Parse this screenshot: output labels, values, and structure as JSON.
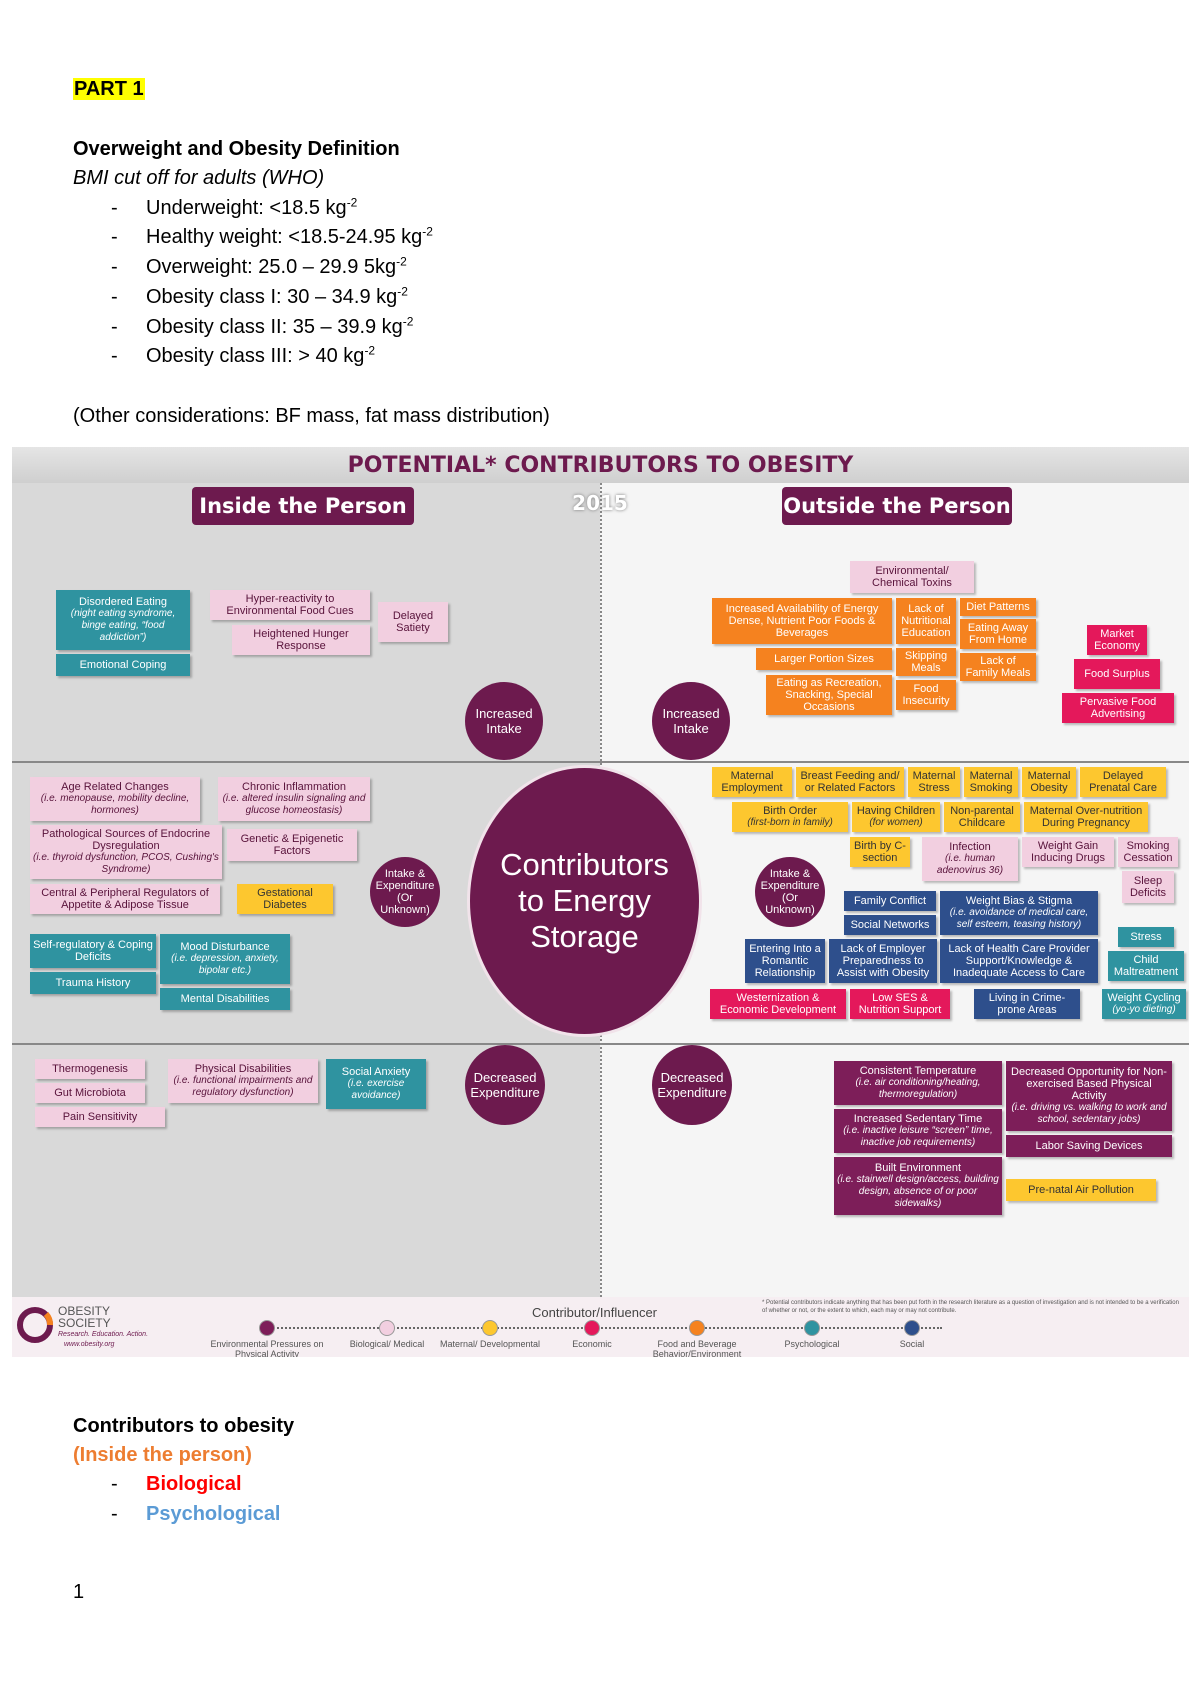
{
  "part_label": "PART 1",
  "definition": {
    "title": "Overweight and Obesity Definition",
    "subtitle": "BMI cut off for adults (WHO)",
    "items": [
      {
        "text": "Underweight: <18.5 kg",
        "sup": "-2"
      },
      {
        "text": "Healthy weight: <18.5-24.95 kg",
        "sup": "-2"
      },
      {
        "text": "Overweight: 25.0 – 29.9 5kg",
        "sup": "-2"
      },
      {
        "text": "Obesity class I: 30 – 34.9 kg",
        "sup": "-2"
      },
      {
        "text": "Obesity class II: 35 – 39.9 kg",
        "sup": "-2"
      },
      {
        "text": "Obesity class III: > 40 kg",
        "sup": "-2"
      }
    ],
    "bullet": "-",
    "note": "(Other considerations: BF mass, fat mass distribution)"
  },
  "infographic": {
    "title": "POTENTIAL* CONTRIBUTORS TO OBESITY",
    "year": "2015",
    "inside_header": "Inside the Person",
    "outside_header": "Outside the Person",
    "center": "Contributors to Energy Storage",
    "circles": {
      "intake_left": "Increased Intake",
      "intake_right": "Increased Intake",
      "ie_left": "Intake & Expenditure (Or Unknown)",
      "ie_right": "Intake & Expenditure (Or Unknown)",
      "exp_left": "Decreased Expenditure",
      "exp_right": "Decreased Expenditure"
    },
    "boxes": {
      "disordered": "Disordered Eating",
      "disordered_sub": "(night eating syndrome, binge eating, “food addiction”)",
      "emotional": "Emotional Coping",
      "hyper": "Hyper-reactivity to Environmental Food Cues",
      "hunger": "Heightened Hunger Response",
      "satiety": "Delayed Satiety",
      "age": "Age Related Changes",
      "age_sub": "(i.e. menopause, mobility decline, hormones)",
      "chronic": "Chronic Inflammation",
      "chronic_sub": "(i.e. altered insulin signaling and glucose homeostasis)",
      "patho": "Pathological Sources of Endocrine Dysregulation",
      "patho_sub": "(i.e. thyroid dysfunction, PCOS, Cushing's Syndrome)",
      "genetic": "Genetic & Epigenetic Factors",
      "central": "Central & Peripheral Regulators of Appetite & Adipose Tissue",
      "gestational": "Gestational Diabetes",
      "selfreg": "Self-regulatory & Coping Deficits",
      "mood": "Mood Disturbance",
      "mood_sub": "(i.e. depression, anxiety, bipolar etc.)",
      "trauma": "Trauma History",
      "mental": "Mental Disabilities",
      "thermo": "Thermogenesis",
      "gut": "Gut Microbiota",
      "pain": "Pain Sensitivity",
      "physdis": "Physical Disabilities",
      "physdis_sub": "(i.e. functional impairments and regulatory dysfunction)",
      "social_anx": "Social Anxiety",
      "social_anx_sub": "(i.e. exercise avoidance)",
      "toxins": "Environmental/ Chemical Toxins",
      "availability": "Increased Availability of Energy Dense, Nutrient Poor Foods & Beverages",
      "nutrition_ed": "Lack of Nutritional Education",
      "diet": "Diet Patterns",
      "eating_away": "Eating Away From Home",
      "portion": "Larger Portion Sizes",
      "skipping": "Skipping Meals",
      "family_meals": "Lack of Family Meals",
      "recreation": "Eating as Recreation, Snacking, Special Occasions",
      "insecurity": "Food Insecurity",
      "market": "Market Economy",
      "surplus": "Food Surplus",
      "advertising": "Pervasive Food Advertising",
      "mat_employ": "Maternal Employment",
      "breast": "Breast Feeding and/ or Related Factors",
      "mat_stress": "Maternal Stress",
      "mat_smoke": "Maternal Smoking",
      "mat_obesity": "Maternal Obesity",
      "prenatal": "Delayed Prenatal Care",
      "birth_order": "Birth Order",
      "birth_order_sub": "(first-born in family)",
      "children": "Having Children",
      "children_sub": "(for women)",
      "childcare": "Non-parental Childcare",
      "overnutrition": "Maternal Over-nutrition During Pregnancy",
      "csection": "Birth by C-section",
      "infection": "Infection",
      "infection_sub": "(i.e. human adenovirus 36)",
      "drugs": "Weight Gain Inducing Drugs",
      "smoking": "Smoking Cessation",
      "sleep": "Sleep Deficits",
      "family_conflict": "Family Conflict",
      "social_net": "Social Networks",
      "bias": "Weight Bias & Stigma",
      "bias_sub": "(i.e. avoidance of medical care, self esteem, teasing history)",
      "stress": "Stress",
      "romantic": "Entering Into a Romantic Relationship",
      "employer": "Lack of Employer Preparedness to Assist with Obesity",
      "healthcare": "Lack of Health Care Provider Support/Knowledge & Inadequate Access to Care",
      "maltreatment": "Child Maltreatment",
      "western": "Westernization & Economic Development",
      "lowses": "Low SES & Nutrition Support",
      "crime": "Living in Crime-prone Areas",
      "cycling": "Weight Cycling",
      "cycling_sub": "(yo-yo dieting)",
      "temperature": "Consistent Temperature",
      "temperature_sub": "(i.e. air conditioning/heating, thermoregulation)",
      "opportunity": "Decreased Opportunity for Non-exercised Based Physical Activity",
      "opportunity_sub": "(i.e. driving vs. walking to work and school, sedentary jobs)",
      "sedentary": "Increased Sedentary Time",
      "sedentary_sub": "(i.e. inactive leisure “screen” time, inactive job requirements)",
      "labor": "Labor Saving Devices",
      "built": "Built Environment",
      "built_sub": "(i.e. stairwell design/access, building design, absence of or poor sidewalks)",
      "prenatal_air": "Pre-natal Air Pollution"
    },
    "legend": {
      "title": "Contributor/Influencer",
      "footnote": "* Potential contributors indicate anything that has been put forth in the research literature as a question of investigation and is not intended to be a verification of whether or not, or the extent to which, each may or may not contribute.",
      "org_line1": "OBESITY",
      "org_line2": "SOCIETY",
      "org_tagline": "Research. Education. Action.",
      "org_url": "www.obesity.org",
      "items": [
        {
          "label": "Environmental Pressures on Physical Activity",
          "color": "#7d1e59"
        },
        {
          "label": "Biological/ Medical",
          "color": "#f2cfe0"
        },
        {
          "label": "Maternal/ Developmental",
          "color": "#fdc72f"
        },
        {
          "label": "Economic",
          "color": "#e4185b"
        },
        {
          "label": "Food and Beverage Behavior/Environment",
          "color": "#f5821f"
        },
        {
          "label": "Psychological",
          "color": "#2f93a0"
        },
        {
          "label": "Social",
          "color": "#2e4f8c"
        }
      ]
    }
  },
  "contributors": {
    "title": "Contributors to obesity",
    "inside": "(Inside the person)",
    "items": [
      "Biological",
      "Psychological"
    ],
    "colors": {
      "inside": "#ed7d31",
      "biological": "#ff0000",
      "psychological": "#5b9bd5"
    }
  },
  "page_number": "1"
}
